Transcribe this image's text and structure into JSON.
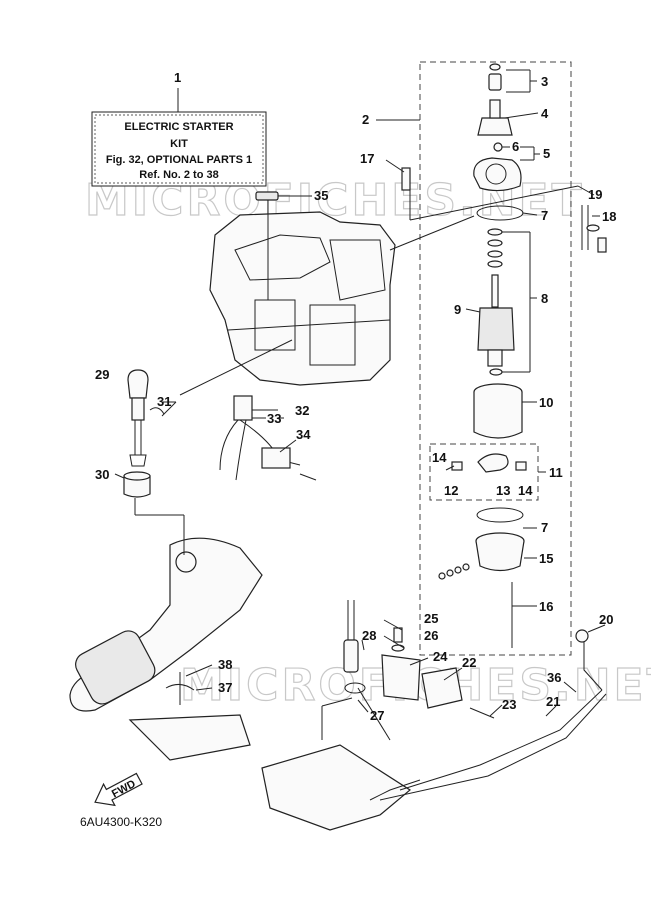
{
  "info_box": {
    "line1": "ELECTRIC  STARTER",
    "line2": "KIT",
    "line3": "Fig. 32, OPTIONAL PARTS 1",
    "line4": "Ref. No. 2 to 38"
  },
  "watermark": "MICROFICHES.NET",
  "drawing_code": "6AU4300-K320",
  "fwd_label": "FWD",
  "callouts": [
    "1",
    "2",
    "3",
    "4",
    "5",
    "6",
    "7",
    "8",
    "9",
    "10",
    "11",
    "12",
    "13",
    "14",
    "14",
    "15",
    "7",
    "16",
    "17",
    "18",
    "19",
    "20",
    "21",
    "22",
    "23",
    "24",
    "25",
    "26",
    "27",
    "28",
    "29",
    "30",
    "31",
    "32",
    "33",
    "34",
    "35",
    "36",
    "37",
    "38"
  ]
}
